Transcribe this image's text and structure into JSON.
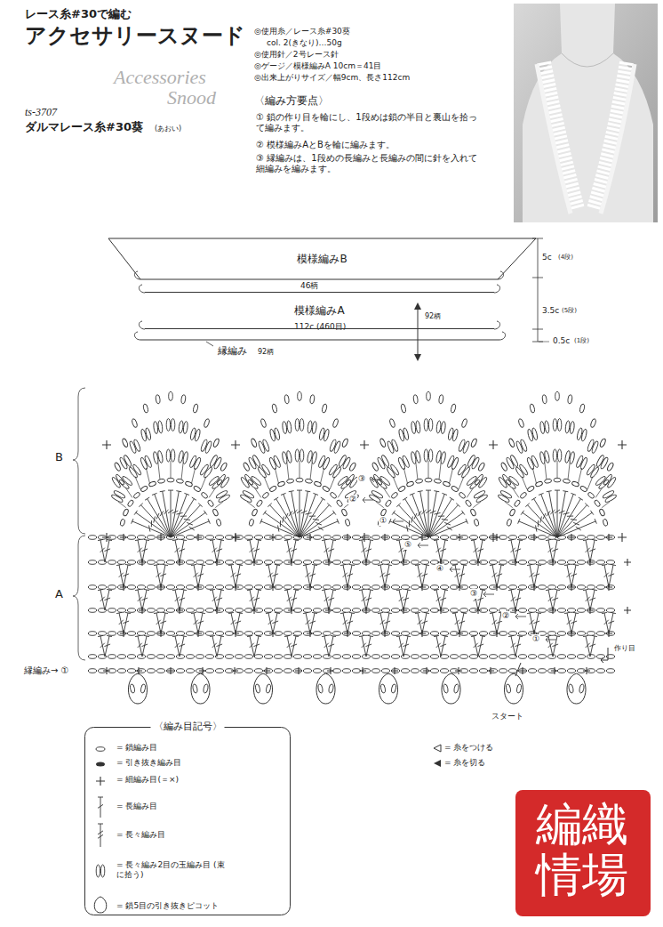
{
  "diagram": {
    "title": "アクセサリースヌード",
    "nodes": [
      {
        "text": [
          "模様編みB"
        ]
      },
      {
        "text": [
          "模様編みA"
        ]
      },
      {
        "text": [
          "〈編み目記号〉"
        ]
      }
    ],
    "labels": [
      "レース糸#30で編む",
      "Accessories",
      "Snood",
      "ts-3707",
      "ダルマレース糸#30葵",
      "(あおい)",
      "◎使用糸／レース糸#30葵",
      "col. 2(きなり)…50g",
      "◎使用針／2号レース針",
      "◎ゲージ／模様編みA 10cm＝41目",
      "◎出来上がりサイズ／幅9cm、長さ112cm",
      "〈編み方要点〉",
      "① 鎖の作り目を輪にし、1段めは鎖の半目と裏山を拾って編みます。",
      "② 模様編みAとBを輪に編みます。",
      "③ 縁編みは、1段めの長編みと長編みの間に針を入れて細編みを編みます。",
      "46柄",
      "92柄",
      "112c (460目)",
      "縁編み",
      "92柄",
      "5c",
      "(4段)",
      "3.5c",
      "(5段)",
      "0.5c",
      "(1段)",
      "B",
      "A",
      "縁編み→ ①",
      "①",
      "②",
      "③",
      "①",
      "②",
      "③",
      "④",
      "⑤",
      "作り目",
      "スタート",
      "= 糸をつける",
      "= 糸を切る",
      "編織情場"
    ],
    "legend": [
      {
        "text": "= 鎖編み目"
      },
      {
        "text": "= 引き抜き編み目"
      },
      {
        "text": "= 細編み目(＝×)"
      },
      {
        "text": "= 長編み目"
      },
      {
        "text": "= 長々編み目"
      },
      {
        "text": "= 長々編み2目の玉編み目 (束に拾う)"
      },
      {
        "text": "= 鎖5目の引き抜きピコット"
      }
    ]
  }
}
